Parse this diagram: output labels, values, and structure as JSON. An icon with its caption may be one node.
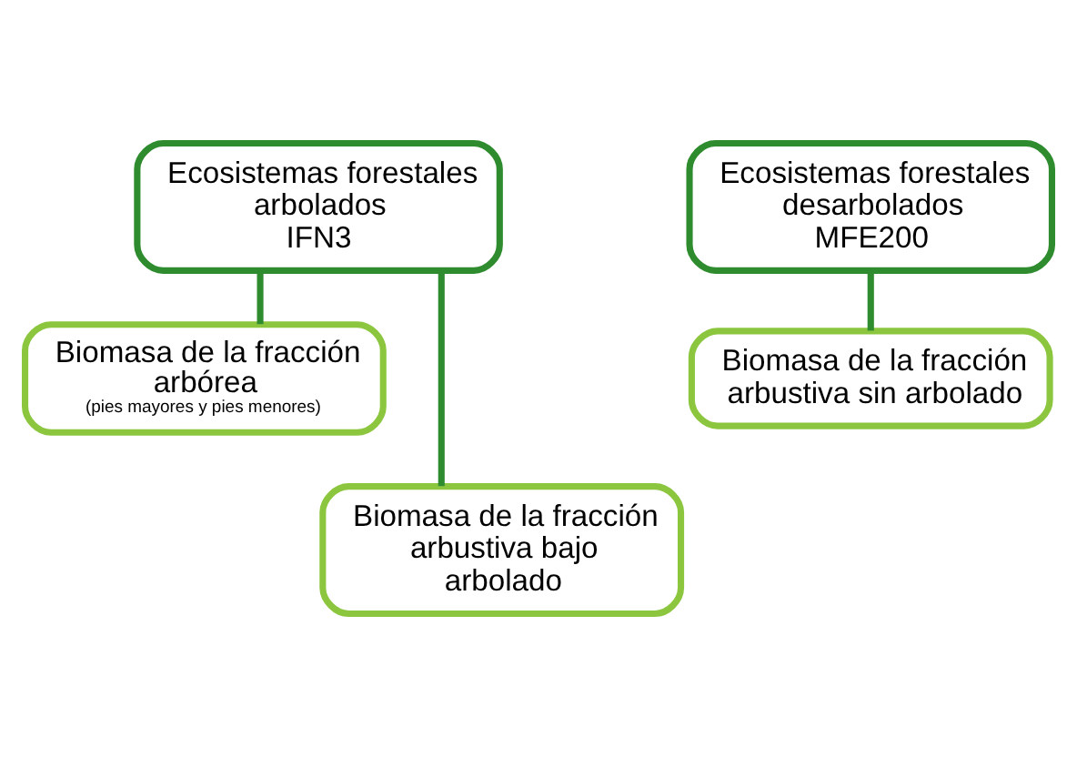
{
  "diagram": {
    "nodes": [
      {
        "text": [
          "Ecosistemas forestales arbolados",
          "IFN3"
        ]
      },
      {
        "text": [
          "Biomasa de la fracción arbórea",
          "(pies mayores y pies menores)"
        ]
      },
      {
        "text": [
          "Biomasa de la fracción arbustiva bajo arbolado"
        ]
      },
      {
        "text": [
          "Ecosistemas forestales desarbolados",
          "MFE200"
        ]
      },
      {
        "text": [
          "Biomasa de la fracción arbustiva sin arbolado"
        ]
      }
    ],
    "edges": [
      {
        "from": 0,
        "to": 1,
        "arrow": "none"
      },
      {
        "from": 0,
        "to": 2,
        "arrow": "none"
      },
      {
        "from": 3,
        "to": 4,
        "arrow": "none"
      }
    ]
  }
}
